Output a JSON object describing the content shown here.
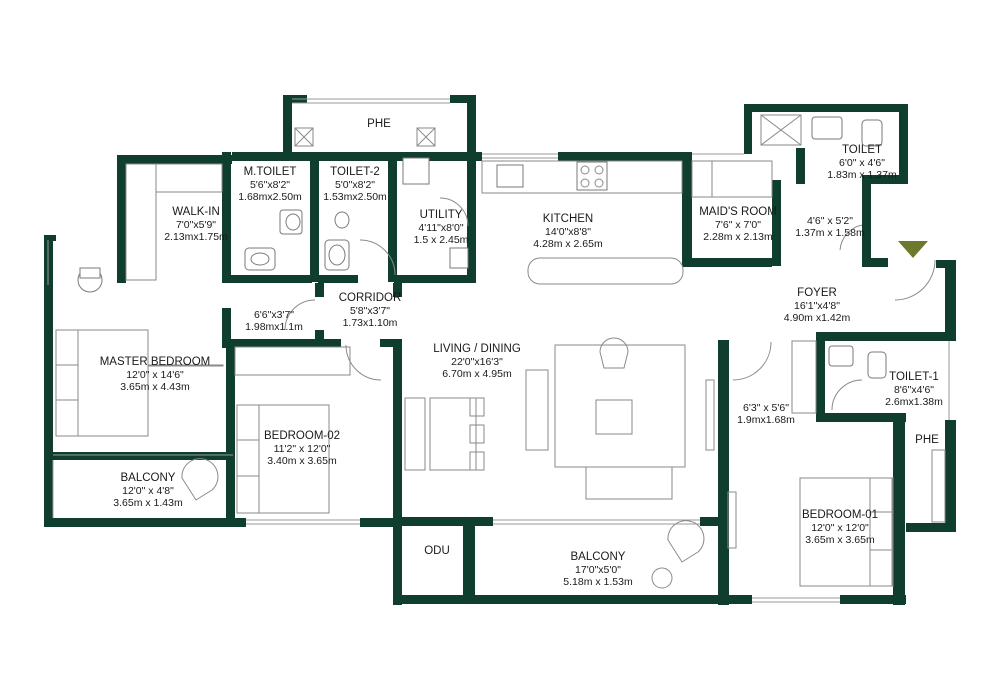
{
  "rooms": {
    "phe_top": {
      "name": "PHE"
    },
    "toilet_top": {
      "name": "TOILET",
      "dim_ft": "6'0\" x 4'6\"",
      "dim_m": "1.83m x 1.37m"
    },
    "m_toilet": {
      "name": "M.TOILET",
      "dim_ft": "5'6\"x8'2\"",
      "dim_m": "1.68mx2.50m"
    },
    "toilet_2": {
      "name": "TOILET-2",
      "dim_ft": "5'0\"x8'2\"",
      "dim_m": "1.53mx2.50m"
    },
    "walk_in": {
      "name": "WALK-IN",
      "dim_ft": "7'0\"x5'9\"",
      "dim_m": "2.13mx1.75m"
    },
    "utility": {
      "name": "UTILITY",
      "dim_ft": "4'11\"x8'0\"",
      "dim_m": "1.5 x 2.45m"
    },
    "kitchen": {
      "name": "KITCHEN",
      "dim_ft": "14'0\"x8'8\"",
      "dim_m": "4.28m x 2.65m"
    },
    "maids_room": {
      "name": "MAID'S ROOM",
      "dim_ft": "7'6\" x 7'0\"",
      "dim_m": "2.28m x 2.13m"
    },
    "maid_passage": {
      "dim_ft": "4'6\" x 5'2\"",
      "dim_m": "1.37m x 1.58m"
    },
    "foyer": {
      "name": "FOYER",
      "dim_ft": "16'1\"x4'8\"",
      "dim_m": "4.90m x1.42m"
    },
    "corridor": {
      "name": "CORRIDOR",
      "dim_ft": "5'8\"x3'7\"",
      "dim_m": "1.73x1.10m"
    },
    "passage": {
      "dim_ft": "6'6\"x3'7\"",
      "dim_m": "1.98mx1.1m"
    },
    "master_bedroom": {
      "name": "MASTER BEDROOM",
      "dim_ft": "12'0\" x 14'6\"",
      "dim_m": "3.65m x 4.43m"
    },
    "living_dining": {
      "name": "LIVING / DINING",
      "dim_ft": "22'0\"x16'3\"",
      "dim_m": "6.70m x 4.95m"
    },
    "bedroom_02": {
      "name": "BEDROOM-02",
      "dim_ft": "11'2\" x 12'0\"",
      "dim_m": "3.40m x 3.65m"
    },
    "balcony_left": {
      "name": "BALCONY",
      "dim_ft": "12'0\" x 4'8\"",
      "dim_m": "3.65m x 1.43m"
    },
    "odu": {
      "name": "ODU"
    },
    "balcony_bottom": {
      "name": "BALCONY",
      "dim_ft": "17'0\"x5'0\"",
      "dim_m": "5.18m x 1.53m"
    },
    "bed1_passage": {
      "dim_ft": "6'3\" x 5'6\"",
      "dim_m": "1.9mx1.68m"
    },
    "toilet_1": {
      "name": "TOILET-1",
      "dim_ft": "8'6\"x4'6\"",
      "dim_m": "2.6mx1.38m"
    },
    "phe_right": {
      "name": "PHE"
    },
    "bedroom_01": {
      "name": "BEDROOM-01",
      "dim_ft": "12'0\" x 12'0\"",
      "dim_m": "3.65m x 3.65m"
    }
  },
  "colors": {
    "wall": "#0f3d2e",
    "entry_marker": "#6b7a2e",
    "text": "#1a1a1a"
  },
  "icons": {
    "entry": "entry-triangle-icon"
  }
}
